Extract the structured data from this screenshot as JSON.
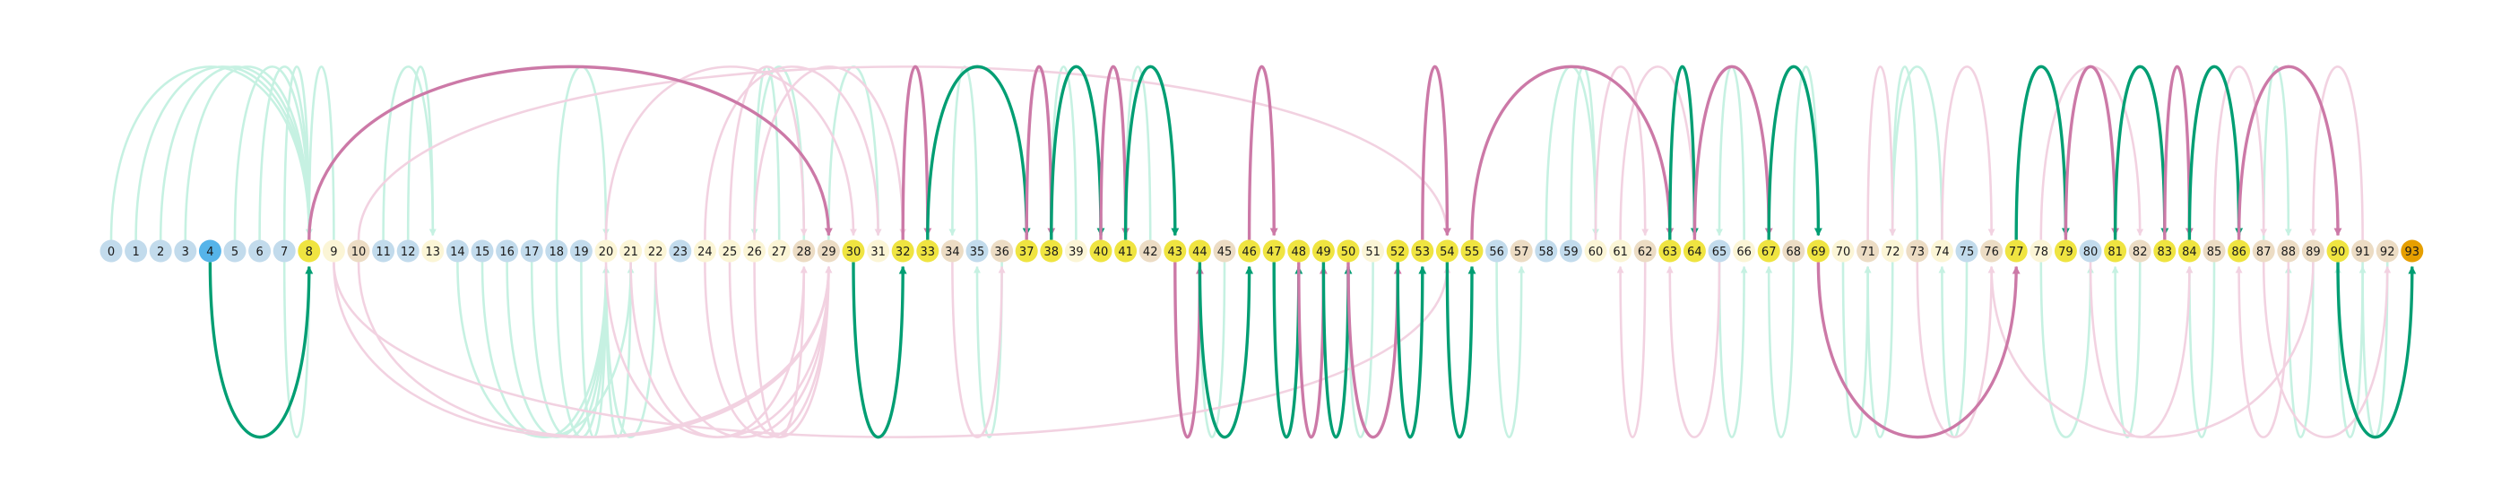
{
  "diagram": {
    "type": "arc-diagram",
    "node_count": 94,
    "colors": {
      "light_blue": "#c2dbec",
      "blue": "#56b4e9",
      "beige": "#ecdcc4",
      "cream": "#fbf5d6",
      "yellow": "#efe441",
      "orange": "#e69f00",
      "green": "#009e73",
      "pink": "#cc79a7",
      "faint_green": "#c6f1e2",
      "faint_pink": "#f2d2e1"
    },
    "node_colors": {
      "blue": [
        4
      ],
      "orange": [
        93
      ],
      "yellow": [
        8,
        30,
        32,
        33,
        37,
        38,
        40,
        41,
        43,
        44,
        46,
        47,
        48,
        49,
        50,
        52,
        53,
        54,
        55,
        63,
        64,
        67,
        69,
        77,
        79,
        81,
        83,
        84,
        86,
        90
      ],
      "light_blue": [
        0,
        1,
        2,
        3,
        5,
        6,
        7,
        11,
        12,
        14,
        15,
        16,
        17,
        18,
        19,
        23,
        35,
        56,
        58,
        59,
        65,
        75,
        80
      ],
      "beige": [
        10,
        28,
        29,
        34,
        36,
        42,
        45,
        57,
        62,
        68,
        71,
        73,
        76,
        82,
        85,
        87,
        88,
        89,
        91,
        92
      ],
      "cream": [
        9,
        13,
        20,
        21,
        22,
        24,
        25,
        26,
        27,
        31,
        39,
        51,
        60,
        61,
        66,
        70,
        72,
        74,
        78
      ]
    },
    "highlighted_edges": [
      {
        "from": 4,
        "to": 8,
        "side": "below",
        "color": "green"
      },
      {
        "from": 8,
        "to": 29,
        "side": "above",
        "color": "pink"
      },
      {
        "from": 30,
        "to": 32,
        "side": "below",
        "color": "green"
      },
      {
        "from": 32,
        "to": 33,
        "side": "above",
        "color": "pink"
      },
      {
        "from": 33,
        "to": 37,
        "side": "above",
        "color": "green"
      },
      {
        "from": 37,
        "to": 38,
        "side": "above",
        "color": "pink"
      },
      {
        "from": 38,
        "to": 40,
        "side": "above",
        "color": "green"
      },
      {
        "from": 40,
        "to": 41,
        "side": "above",
        "color": "pink"
      },
      {
        "from": 41,
        "to": 43,
        "side": "above",
        "color": "green"
      },
      {
        "from": 43,
        "to": 44,
        "side": "below",
        "color": "pink"
      },
      {
        "from": 44,
        "to": 46,
        "side": "below",
        "color": "green"
      },
      {
        "from": 46,
        "to": 47,
        "side": "above",
        "color": "pink"
      },
      {
        "from": 47,
        "to": 48,
        "side": "below",
        "color": "green"
      },
      {
        "from": 48,
        "to": 49,
        "side": "below",
        "color": "pink"
      },
      {
        "from": 49,
        "to": 50,
        "side": "below",
        "color": "green"
      },
      {
        "from": 50,
        "to": 52,
        "side": "below",
        "color": "pink"
      },
      {
        "from": 52,
        "to": 53,
        "side": "below",
        "color": "green"
      },
      {
        "from": 53,
        "to": 54,
        "side": "above",
        "color": "pink"
      },
      {
        "from": 54,
        "to": 55,
        "side": "below",
        "color": "green"
      },
      {
        "from": 55,
        "to": 63,
        "side": "above",
        "color": "pink"
      },
      {
        "from": 63,
        "to": 64,
        "side": "above",
        "color": "green"
      },
      {
        "from": 64,
        "to": 67,
        "side": "above",
        "color": "pink"
      },
      {
        "from": 67,
        "to": 69,
        "side": "above",
        "color": "green"
      },
      {
        "from": 69,
        "to": 77,
        "side": "below",
        "color": "pink"
      },
      {
        "from": 77,
        "to": 79,
        "side": "above",
        "color": "green"
      },
      {
        "from": 79,
        "to": 81,
        "side": "above",
        "color": "pink"
      },
      {
        "from": 81,
        "to": 83,
        "side": "above",
        "color": "green"
      },
      {
        "from": 83,
        "to": 84,
        "side": "above",
        "color": "pink"
      },
      {
        "from": 84,
        "to": 86,
        "side": "above",
        "color": "green"
      },
      {
        "from": 86,
        "to": 90,
        "side": "above",
        "color": "pink"
      },
      {
        "from": 90,
        "to": 93,
        "side": "below",
        "color": "green"
      }
    ],
    "faint_edges": [
      {
        "from": 0,
        "to": 8,
        "side": "above",
        "color": "faint_green"
      },
      {
        "from": 1,
        "to": 8,
        "side": "above",
        "color": "faint_green"
      },
      {
        "from": 2,
        "to": 8,
        "side": "above",
        "color": "faint_green"
      },
      {
        "from": 3,
        "to": 8,
        "side": "above",
        "color": "faint_green"
      },
      {
        "from": 5,
        "to": 8,
        "side": "above",
        "color": "faint_green"
      },
      {
        "from": 6,
        "to": 8,
        "side": "above",
        "color": "faint_green"
      },
      {
        "from": 7,
        "to": 8,
        "side": "above",
        "color": "faint_green"
      },
      {
        "from": 7,
        "to": 8,
        "side": "below",
        "color": "faint_green"
      },
      {
        "from": 9,
        "to": 8,
        "side": "above",
        "color": "faint_green"
      },
      {
        "from": 12,
        "to": 13,
        "side": "above",
        "color": "faint_green"
      },
      {
        "from": 11,
        "to": 13,
        "side": "above",
        "color": "faint_green"
      },
      {
        "from": 14,
        "to": 21,
        "side": "below",
        "color": "faint_green"
      },
      {
        "from": 15,
        "to": 20,
        "side": "below",
        "color": "faint_green"
      },
      {
        "from": 16,
        "to": 20,
        "side": "below",
        "color": "faint_green"
      },
      {
        "from": 17,
        "to": 20,
        "side": "below",
        "color": "faint_green"
      },
      {
        "from": 18,
        "to": 20,
        "side": "below",
        "color": "faint_green"
      },
      {
        "from": 19,
        "to": 20,
        "side": "below",
        "color": "faint_green"
      },
      {
        "from": 21,
        "to": 20,
        "side": "below",
        "color": "faint_green"
      },
      {
        "from": 22,
        "to": 20,
        "side": "below",
        "color": "faint_green"
      },
      {
        "from": 18,
        "to": 20,
        "side": "above",
        "color": "faint_green"
      },
      {
        "from": 27,
        "to": 26,
        "side": "above",
        "color": "faint_green"
      },
      {
        "from": 28,
        "to": 26,
        "side": "above",
        "color": "faint_green"
      },
      {
        "from": 29,
        "to": 31,
        "side": "above",
        "color": "faint_green"
      },
      {
        "from": 35,
        "to": 34,
        "side": "above",
        "color": "faint_green"
      },
      {
        "from": 36,
        "to": 35,
        "side": "below",
        "color": "faint_green"
      },
      {
        "from": 39,
        "to": 38,
        "side": "above",
        "color": "faint_green"
      },
      {
        "from": 42,
        "to": 41,
        "side": "above",
        "color": "faint_green"
      },
      {
        "from": 45,
        "to": 44,
        "side": "below",
        "color": "faint_green"
      },
      {
        "from": 51,
        "to": 50,
        "side": "below",
        "color": "faint_green"
      },
      {
        "from": 56,
        "to": 57,
        "side": "below",
        "color": "faint_green"
      },
      {
        "from": 58,
        "to": 60,
        "side": "above",
        "color": "faint_green"
      },
      {
        "from": 59,
        "to": 60,
        "side": "above",
        "color": "faint_green"
      },
      {
        "from": 65,
        "to": 66,
        "side": "below",
        "color": "faint_green"
      },
      {
        "from": 66,
        "to": 65,
        "side": "above",
        "color": "faint_green"
      },
      {
        "from": 68,
        "to": 67,
        "side": "below",
        "color": "faint_green"
      },
      {
        "from": 68,
        "to": 69,
        "side": "above",
        "color": "faint_green"
      },
      {
        "from": 70,
        "to": 71,
        "side": "below",
        "color": "faint_green"
      },
      {
        "from": 72,
        "to": 71,
        "side": "below",
        "color": "faint_green"
      },
      {
        "from": 73,
        "to": 72,
        "side": "above",
        "color": "faint_green"
      },
      {
        "from": 74,
        "to": 72,
        "side": "above",
        "color": "faint_green"
      },
      {
        "from": 75,
        "to": 74,
        "side": "below",
        "color": "faint_green"
      },
      {
        "from": 78,
        "to": 80,
        "side": "below",
        "color": "faint_green"
      },
      {
        "from": 82,
        "to": 81,
        "side": "below",
        "color": "faint_green"
      },
      {
        "from": 85,
        "to": 84,
        "side": "below",
        "color": "faint_green"
      },
      {
        "from": 87,
        "to": 88,
        "side": "above",
        "color": "faint_green"
      },
      {
        "from": 89,
        "to": 88,
        "side": "below",
        "color": "faint_green"
      },
      {
        "from": 91,
        "to": 90,
        "side": "below",
        "color": "faint_green"
      },
      {
        "from": 92,
        "to": 91,
        "side": "below",
        "color": "faint_green"
      },
      {
        "from": 10,
        "to": 29,
        "side": "below",
        "color": "faint_pink"
      },
      {
        "from": 9,
        "to": 29,
        "side": "below",
        "color": "faint_pink"
      },
      {
        "from": 20,
        "to": 29,
        "side": "below",
        "color": "faint_pink"
      },
      {
        "from": 21,
        "to": 28,
        "side": "below",
        "color": "faint_pink"
      },
      {
        "from": 22,
        "to": 29,
        "side": "below",
        "color": "faint_pink"
      },
      {
        "from": 24,
        "to": 29,
        "side": "below",
        "color": "faint_pink"
      },
      {
        "from": 25,
        "to": 29,
        "side": "below",
        "color": "faint_pink"
      },
      {
        "from": 26,
        "to": 28,
        "side": "below",
        "color": "faint_pink"
      },
      {
        "from": 10,
        "to": 54,
        "side": "above",
        "color": "faint_pink"
      },
      {
        "from": 9,
        "to": 54,
        "side": "below",
        "color": "faint_pink"
      },
      {
        "from": 24,
        "to": 31,
        "side": "above",
        "color": "faint_pink"
      },
      {
        "from": 25,
        "to": 28,
        "side": "above",
        "color": "faint_pink"
      },
      {
        "from": 26,
        "to": 32,
        "side": "above",
        "color": "faint_pink"
      },
      {
        "from": 20,
        "to": 30,
        "side": "above",
        "color": "faint_pink"
      },
      {
        "from": 34,
        "to": 36,
        "side": "below",
        "color": "faint_pink"
      },
      {
        "from": 60,
        "to": 62,
        "side": "above",
        "color": "faint_pink"
      },
      {
        "from": 61,
        "to": 64,
        "side": "above",
        "color": "faint_pink"
      },
      {
        "from": 62,
        "to": 61,
        "side": "below",
        "color": "faint_pink"
      },
      {
        "from": 65,
        "to": 63,
        "side": "below",
        "color": "faint_pink"
      },
      {
        "from": 71,
        "to": 72,
        "side": "above",
        "color": "faint_pink"
      },
      {
        "from": 73,
        "to": 76,
        "side": "below",
        "color": "faint_pink"
      },
      {
        "from": 74,
        "to": 76,
        "side": "above",
        "color": "faint_pink"
      },
      {
        "from": 78,
        "to": 82,
        "side": "above",
        "color": "faint_pink"
      },
      {
        "from": 80,
        "to": 84,
        "side": "below",
        "color": "faint_pink"
      },
      {
        "from": 85,
        "to": 87,
        "side": "above",
        "color": "faint_pink"
      },
      {
        "from": 87,
        "to": 92,
        "side": "below",
        "color": "faint_pink"
      },
      {
        "from": 88,
        "to": 86,
        "side": "below",
        "color": "faint_pink"
      },
      {
        "from": 91,
        "to": 89,
        "side": "above",
        "color": "faint_pink"
      },
      {
        "from": 89,
        "to": 76,
        "side": "below",
        "color": "faint_pink"
      }
    ]
  }
}
